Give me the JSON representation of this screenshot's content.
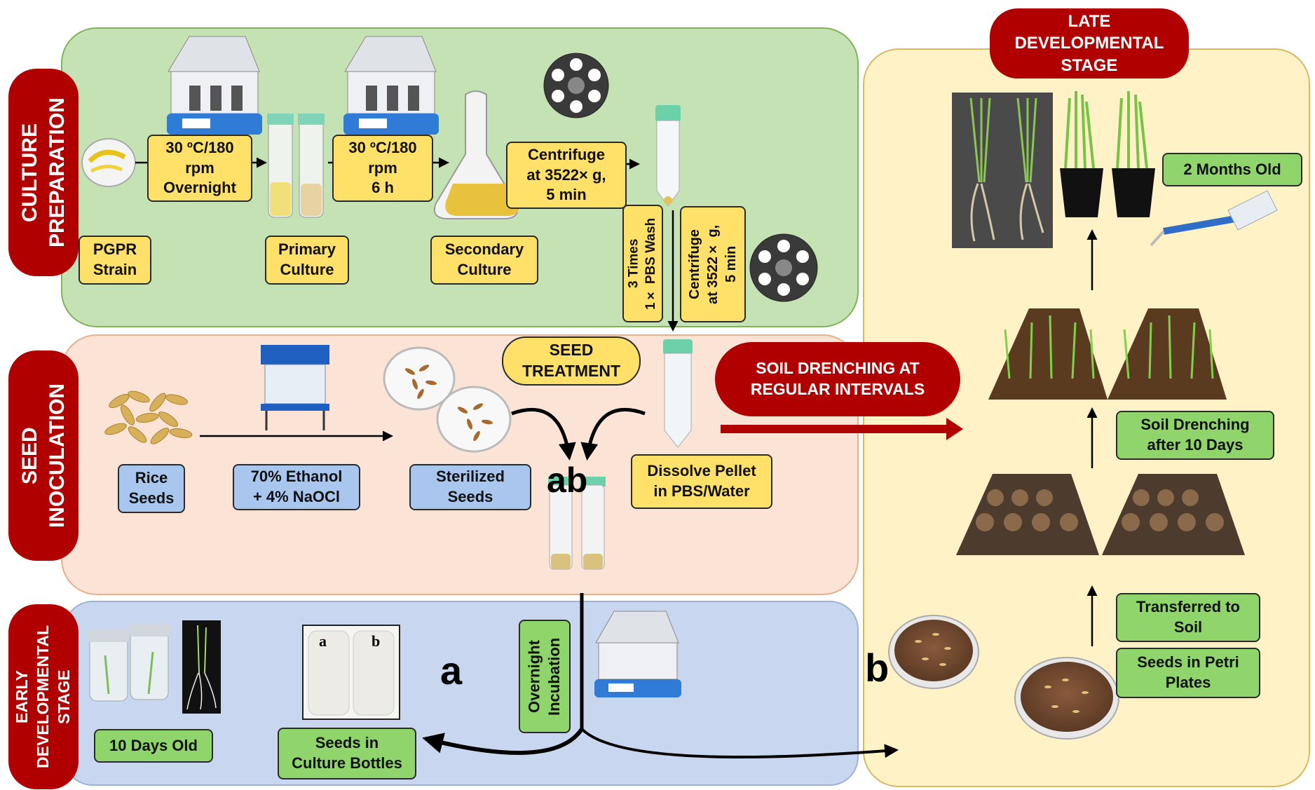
{
  "colors": {
    "culture_bg": "#c4e2b4",
    "seed_bg": "#fbe4d6",
    "early_bg": "#c8d7ef",
    "late_bg": "#fff2c6",
    "stage_pill": "#b00000",
    "yellow_label": "#ffe169",
    "blue_label": "#a9c7ee",
    "green_label": "#8fd56b"
  },
  "sections": {
    "culture": "CULTURE\nPREPARATION",
    "seed": "SEED\nINOCULATION",
    "early": "EARLY\nDEVELOPMENTAL\nSTAGE",
    "late": "LATE\nDEVELOPMENTAL\nSTAGE"
  },
  "culture": {
    "step1": "30 ºC/180\nrpm\nOvernight",
    "step2": "30 ºC/180\nrpm\n6 h",
    "step3": "Centrifuge\nat 3522× g,\n5 min",
    "pgpr": "PGPR\nStrain",
    "primary": "Primary\nCulture",
    "secondary": "Secondary\nCulture",
    "wash": "3 Times\n1× PBS Wash",
    "centrifuge2": "Centrifuge\nat 3522× g,\n5 min"
  },
  "seed": {
    "treatment": "SEED\nTREATMENT",
    "rice": "Rice\nSeeds",
    "ethanol": "70% Ethanol\n+ 4% NaOCl",
    "sterilized": "Sterilized\nSeeds",
    "dissolve": "Dissolve Pellet\nin PBS/Water",
    "ab": "ab"
  },
  "drench_banner": "SOIL DRENCHING AT\nREGULAR INTERVALS",
  "early": {
    "ten_days": "10 Days Old",
    "bottles": "Seeds in\nCulture Bottles",
    "incubation": "Overnight\nIncubation",
    "letter_a": "a",
    "bottle_a": "a",
    "bottle_b": "b"
  },
  "late": {
    "two_months": "2 Months Old",
    "drench10": "Soil Drenching\nafter 10 Days",
    "transferred": "Transferred to\nSoil",
    "petri": "Seeds in Petri\nPlates",
    "letter_b": "b"
  },
  "icons": {
    "shaker": "orbital-shaker-icon",
    "tube": "falcon-tube-icon",
    "flask": "erlenmeyer-flask-icon",
    "rotor": "centrifuge-rotor-icon",
    "petri": "petri-dish-icon",
    "hood": "laminar-flow-hood-icon",
    "pipette": "micropipette-icon",
    "pots": "seedling-pots-icon"
  }
}
